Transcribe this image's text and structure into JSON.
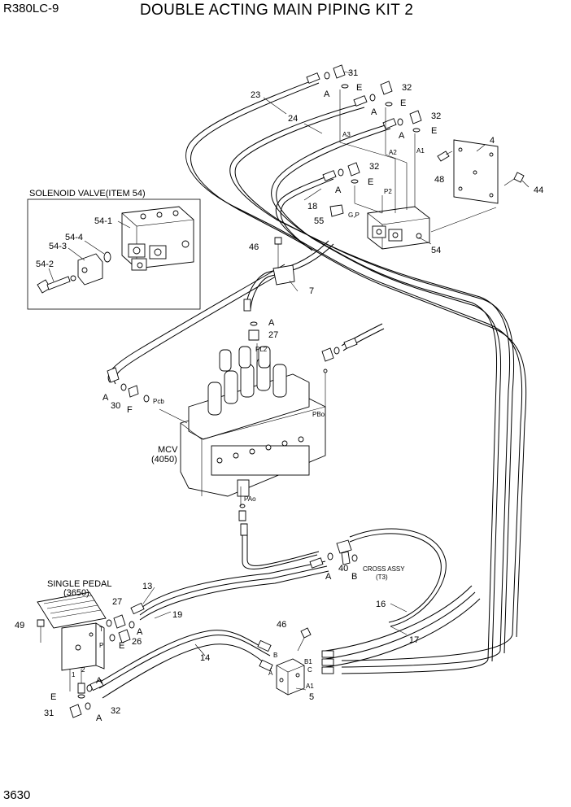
{
  "header": {
    "model": "R380LC-9",
    "title": "DOUBLE ACTING MAIN PIPING KIT 2"
  },
  "footer": {
    "page_number": "3630"
  },
  "inset": {
    "title": "SOLENOID VALVE(ITEM 54)"
  },
  "component_labels": {
    "mcv": "MCV",
    "mcv_code": "(4050)",
    "single_pedal": "SINGLE PEDAL",
    "single_pedal_code": "(3650)",
    "cross_assy": "CROSS ASSY",
    "cross_assy_code": "(T3)"
  },
  "part_labels": [
    "31",
    "E",
    "A",
    "23",
    "32",
    "E",
    "A",
    "32",
    "E",
    "24",
    "A",
    "4",
    "A3",
    "A2",
    "A1",
    "32",
    "48",
    "44",
    "A",
    "E",
    "P2",
    "18",
    "55",
    "G,P",
    "54",
    "54-1",
    "54-4",
    "54-3",
    "54-2",
    "46",
    "7",
    "A",
    "27",
    "PL2",
    "A",
    "30",
    "F",
    "Pcb",
    "PBo",
    "PAo",
    "40",
    "A",
    "B",
    "13",
    "27",
    "19",
    "A",
    "E",
    "26",
    "49",
    "14",
    "46",
    "16",
    "17",
    "B",
    "B1",
    "C",
    "A",
    "A1",
    "5",
    "E",
    "A",
    "31",
    "32",
    "T",
    "P",
    "1",
    "2"
  ]
}
